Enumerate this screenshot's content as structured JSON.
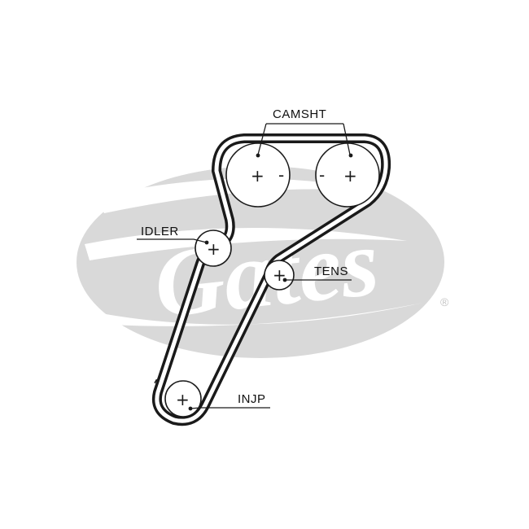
{
  "diagram": {
    "camshaft_label": "CAMSHT",
    "idler_label": "IDLER",
    "tensioner_label": "TENS",
    "injection_pump_label": "INJP",
    "plus_sign": "+",
    "minus_sign": "-",
    "timing_mark": "-"
  },
  "watermark": {
    "brand": "Gates",
    "registered_mark": "®"
  },
  "colors": {
    "watermark_fill": "#d9d9d9",
    "belt": "#1a1a1a",
    "line": "#1a1a1a"
  }
}
